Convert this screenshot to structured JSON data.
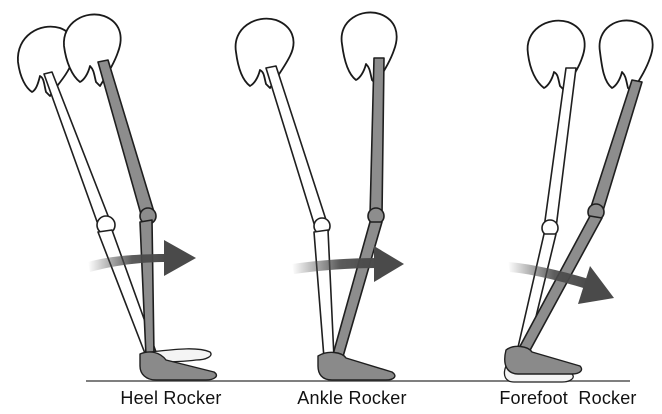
{
  "figure": {
    "panels": [
      {
        "label": "Heel Rocker"
      },
      {
        "label": "Ankle Rocker"
      },
      {
        "label": "Forefoot  Rocker"
      }
    ]
  },
  "colors": {
    "background": "#ffffff",
    "stance_leg": "#8d8d8d",
    "swing_leg": "#ffffff",
    "outline": "#1f1f1f",
    "arrow": "#4a4a4a",
    "ground": "#555555"
  },
  "icons": [
    "pelvis-icon",
    "femur-icon",
    "tibia-icon",
    "foot-icon",
    "motion-arrow-icon"
  ]
}
